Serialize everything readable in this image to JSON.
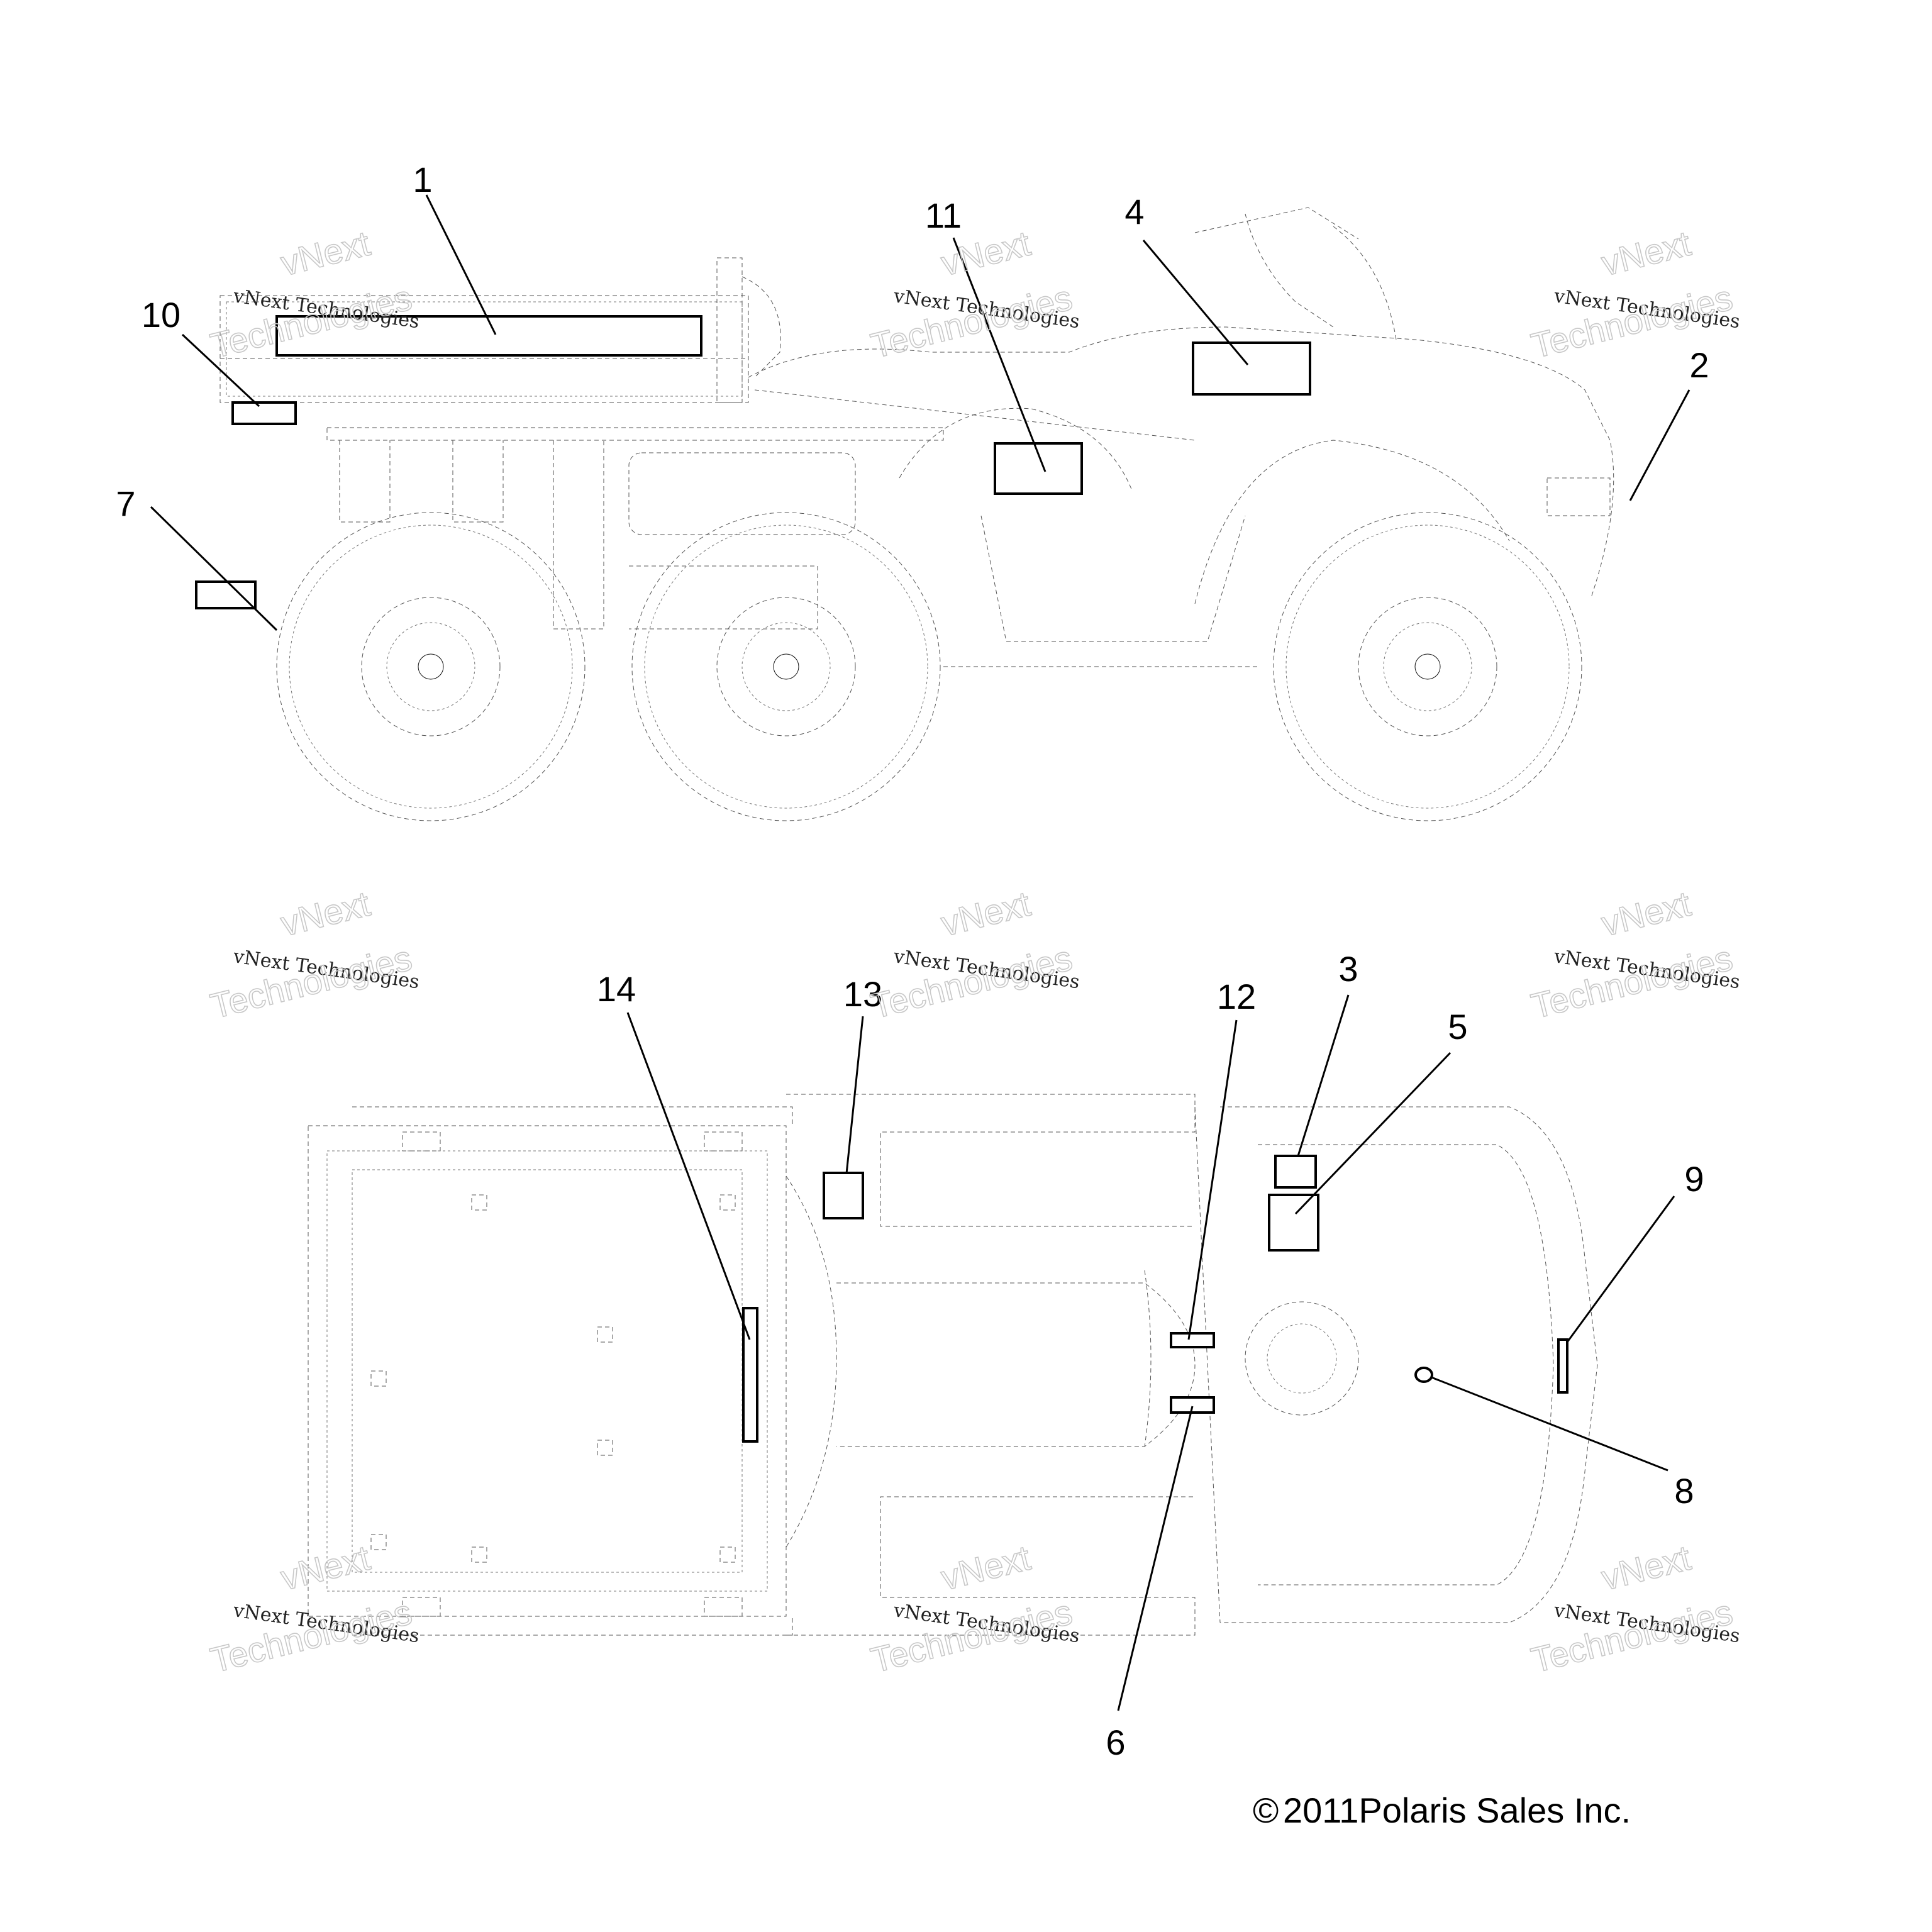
{
  "callouts": [
    "1",
    "2",
    "3",
    "4",
    "5",
    "6",
    "7",
    "8",
    "9",
    "10",
    "11",
    "12",
    "13",
    "14"
  ],
  "watermark": {
    "line1": "vNext Technologies",
    "line2": "vNext",
    "line3": "Technologies"
  },
  "copyright": {
    "symbol": "©",
    "text": "2011Polaris Sales Inc."
  }
}
